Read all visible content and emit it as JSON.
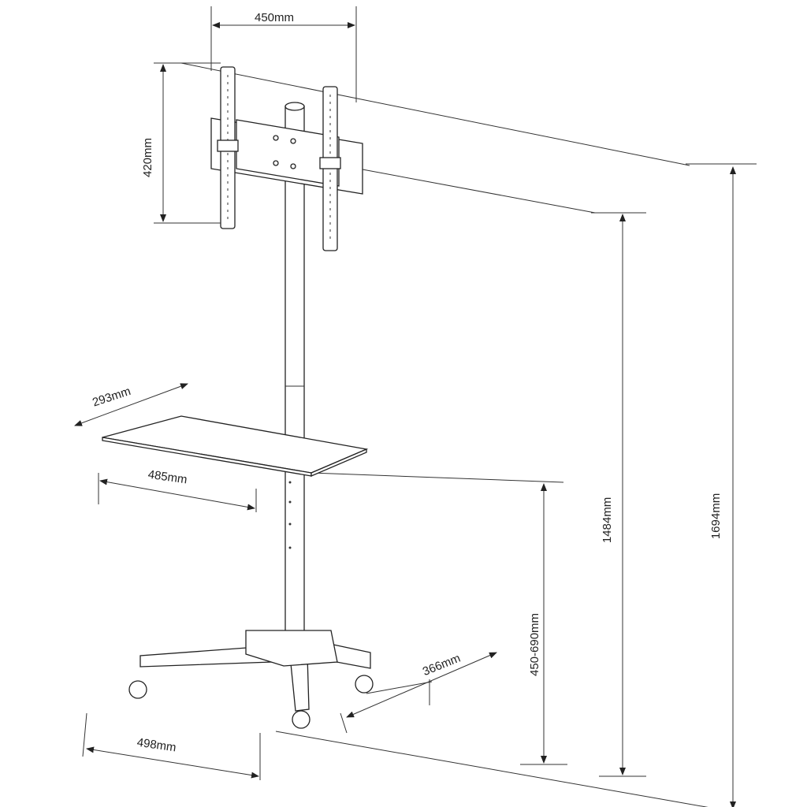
{
  "dimensions": {
    "mount_width": "450mm",
    "mount_height": "420mm",
    "shelf_depth": "293mm",
    "shelf_width": "485mm",
    "max_height_mount": "1484mm",
    "total_height": "1694mm",
    "shelf_height_range": "450-690mm",
    "base_depth": "366mm",
    "base_width": "498mm"
  },
  "colors": {
    "line": "#333333",
    "background": "#ffffff"
  }
}
